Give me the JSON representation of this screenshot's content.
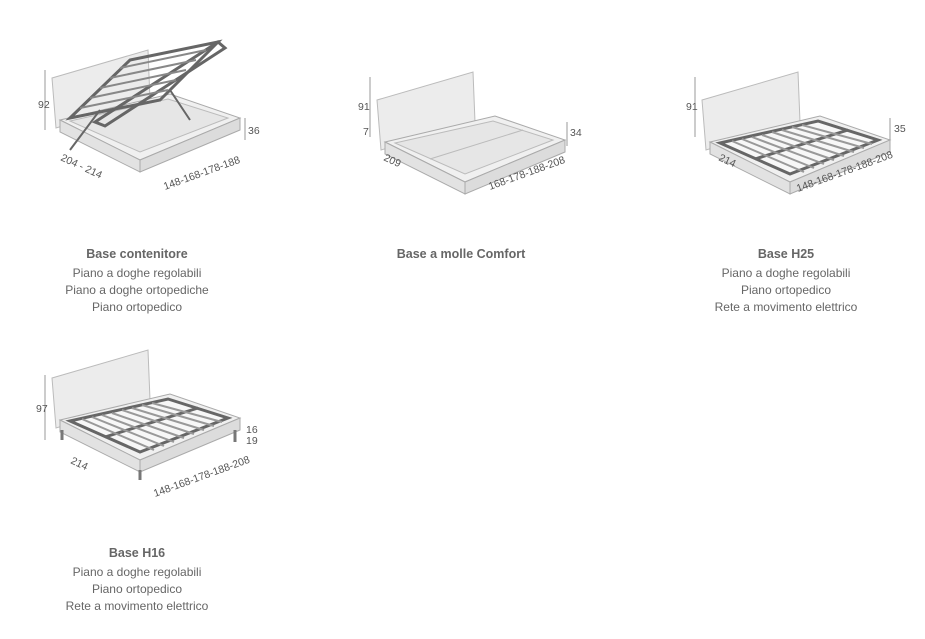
{
  "products": [
    {
      "title": "Base contenitore",
      "features": [
        "Piano a doghe regolabili",
        "Piano a doghe ortopediche",
        "Piano ortopedico"
      ],
      "dimensions": {
        "height": "92",
        "base_height": "36",
        "length": "204 - 214",
        "width": "148-168-178-188"
      }
    },
    {
      "title": "Base a molle Comfort",
      "features": [],
      "dimensions": {
        "height": "91",
        "leg_height": "7",
        "base_height": "34",
        "length": "209",
        "width": "168-178-188-208"
      }
    },
    {
      "title": "Base H25",
      "features": [
        "Piano a doghe regolabili",
        "Piano ortopedico",
        "Rete a movimento elettrico"
      ],
      "dimensions": {
        "height": "91",
        "base_height": "35",
        "length": "214",
        "width": "148-168-178-188-208"
      }
    },
    {
      "title": "Base H16",
      "features": [
        "Piano a doghe regolabili",
        "Piano ortopedico",
        "Rete a movimento elettrico"
      ],
      "dimensions": {
        "height": "97",
        "base_height": "16",
        "leg_height": "19",
        "length": "214",
        "width": "148-168-178-188-208"
      }
    }
  ]
}
